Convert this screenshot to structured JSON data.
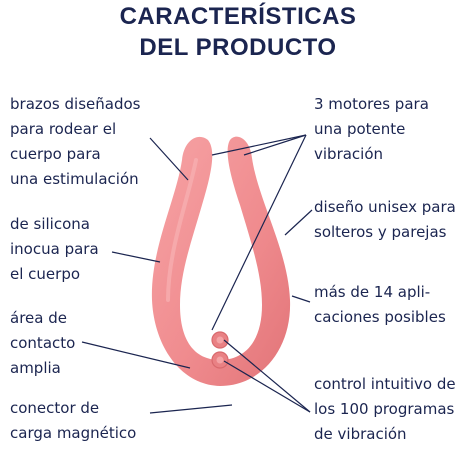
{
  "title": {
    "line1": "CARACTERÍSTICAS",
    "line2": "DEL PRODUCTO"
  },
  "features_left": [
    {
      "lines": [
        "brazos diseñados",
        "para rodear el",
        "cuerpo para",
        "una estimulación"
      ]
    },
    {
      "lines": [
        "de silicona",
        "inocua para",
        "el cuerpo"
      ]
    },
    {
      "lines": [
        "área de",
        "contacto",
        "amplia"
      ]
    },
    {
      "lines": [
        "conector de",
        "carga magnético"
      ]
    }
  ],
  "features_right": [
    {
      "lines": [
        "3 motores para",
        "una potente",
        "vibración"
      ]
    },
    {
      "lines": [
        "diseño unisex para",
        "solteros y parejas"
      ]
    },
    {
      "lines": [
        "más de 14 apli-",
        "caciones posibles"
      ]
    },
    {
      "lines": [
        "control intuitivo de",
        "los 100 programas",
        "de vibración"
      ]
    }
  ],
  "colors": {
    "text": "#1b2550",
    "product": "#f08c8f",
    "product_shade": "#e27478",
    "leader_line": "#1b2550"
  }
}
